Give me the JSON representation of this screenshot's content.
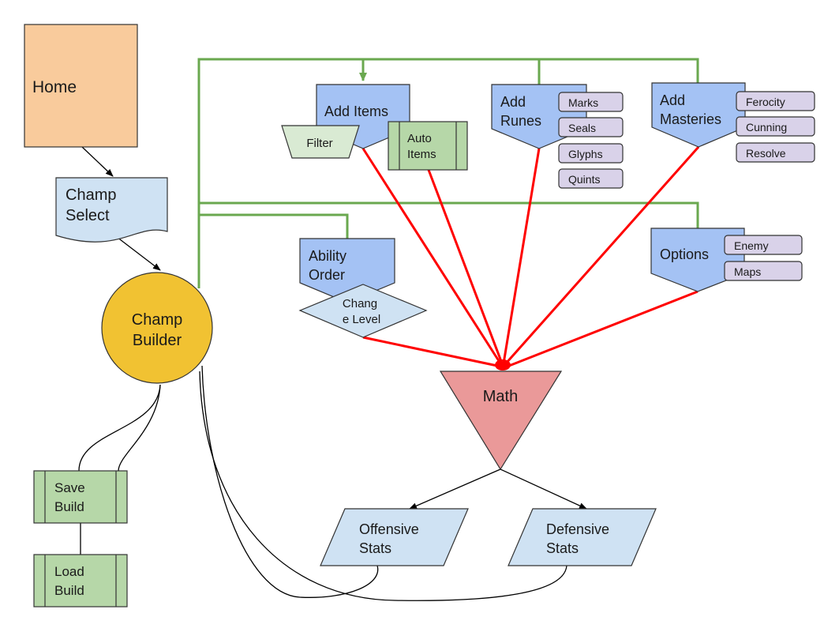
{
  "nodes": {
    "home": {
      "label": "Home",
      "fill": "#f9cb9c"
    },
    "champ_select": {
      "lines": [
        "Champ",
        "Select"
      ],
      "fill": "#cfe2f3"
    },
    "champ_builder": {
      "lines": [
        "Champ",
        "Builder"
      ],
      "fill": "#f1c232"
    },
    "save_build": {
      "lines": [
        "Save",
        "Build"
      ],
      "fill": "#b6d7a8"
    },
    "load_build": {
      "lines": [
        "Load",
        "Build"
      ],
      "fill": "#b6d7a8"
    },
    "add_items": {
      "label": "Add Items",
      "fill": "#a4c2f4"
    },
    "filter": {
      "label": "Filter",
      "fill": "#d9ead3"
    },
    "auto_items": {
      "lines": [
        "Auto",
        "Items"
      ],
      "fill": "#b6d7a8"
    },
    "add_runes": {
      "lines": [
        "Add",
        "Runes"
      ],
      "fill": "#a4c2f4"
    },
    "runes": [
      "Marks",
      "Seals",
      "Glyphs",
      "Quints"
    ],
    "add_masteries": {
      "lines": [
        "Add",
        "Masteries"
      ],
      "fill": "#a4c2f4"
    },
    "masteries": [
      "Ferocity",
      "Cunning",
      "Resolve"
    ],
    "ability_order": {
      "lines": [
        "Ability",
        "Order"
      ],
      "fill": "#a4c2f4"
    },
    "change_level": {
      "lines": [
        "Chang",
        "e Level"
      ],
      "fill": "#cfe2f3"
    },
    "options": {
      "label": "Options",
      "fill": "#a4c2f4"
    },
    "option_items": [
      "Enemy",
      "Maps"
    ],
    "math": {
      "label": "Math",
      "fill": "#ea9999"
    },
    "offensive_stats": {
      "lines": [
        "Offensive",
        "Stats"
      ],
      "fill": "#cfe2f3"
    },
    "defensive_stats": {
      "lines": [
        "Defensive",
        "Stats"
      ],
      "fill": "#cfe2f3"
    }
  },
  "colors": {
    "sub_option": "#d9d2e9",
    "green_connector": "#6aa84f",
    "red_connector": "#ff0000",
    "black_connector": "#000000"
  }
}
